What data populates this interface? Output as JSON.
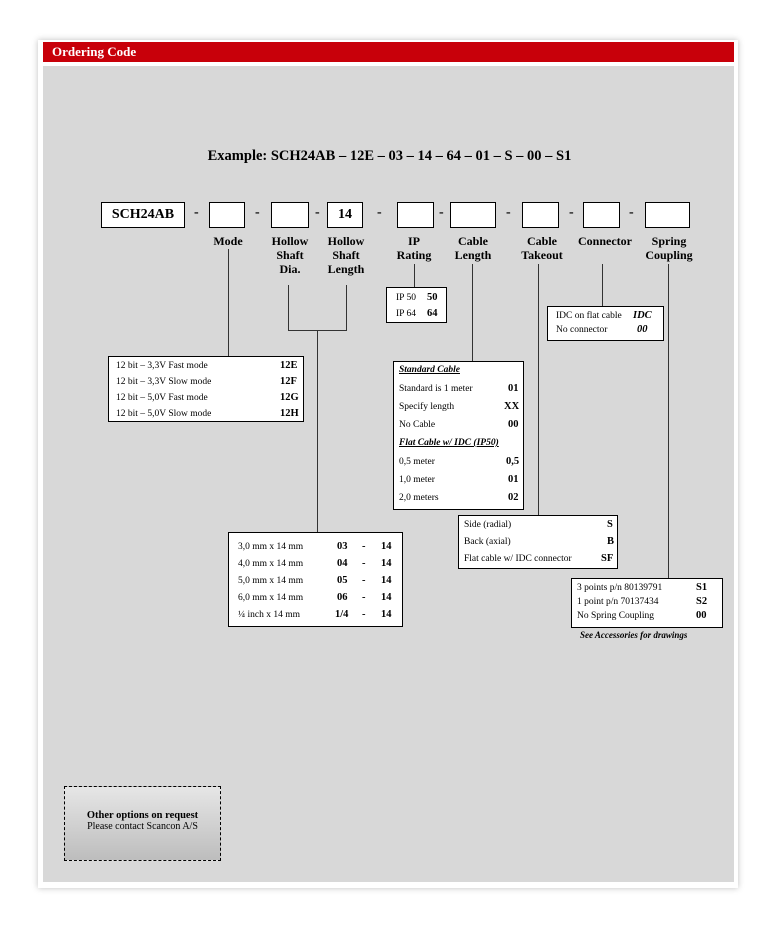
{
  "header": {
    "title": "Ordering Code"
  },
  "example": "Example:  SCH24AB – 12E – 03 – 14 – 64 – 01 – S – 00 – S1",
  "code": {
    "base": "SCH24AB",
    "fixed_length": "14",
    "dash": "-"
  },
  "columns": {
    "mode": "Mode",
    "hollow_shaft_dia": [
      "Hollow",
      "Shaft",
      "Dia."
    ],
    "hollow_shaft_length": [
      "Hollow",
      "Shaft",
      "Length"
    ],
    "ip_rating": [
      "IP",
      "Rating"
    ],
    "cable_length": [
      "Cable",
      "Length"
    ],
    "cable_takeout": [
      "Cable",
      "Takeout"
    ],
    "connector": "Connector",
    "spring_coupling": [
      "Spring",
      "Coupling"
    ]
  },
  "ip_table": [
    {
      "label": "IP 50",
      "code": "50"
    },
    {
      "label": "IP 64",
      "code": "64"
    }
  ],
  "connector_table": [
    {
      "label": "IDC on flat cable",
      "code": "IDC"
    },
    {
      "label": "No connector",
      "code": "00"
    }
  ],
  "mode_table": [
    {
      "label": "12 bit – 3,3V Fast mode",
      "code": "12E"
    },
    {
      "label": "12 bit – 3,3V Slow mode",
      "code": "12F"
    },
    {
      "label": "12 bit – 5,0V Fast mode",
      "code": "12G"
    },
    {
      "label": "12 bit – 5,0V Slow mode",
      "code": "12H"
    }
  ],
  "cable_table": {
    "standard_heading": "Standard Cable",
    "standard": [
      {
        "label": "Standard is 1 meter",
        "code": "01"
      },
      {
        "label": "Specify length",
        "code": "XX"
      },
      {
        "label": "No Cable",
        "code": "00"
      }
    ],
    "flat_heading": "Flat Cable w/ IDC (IP50)",
    "flat": [
      {
        "label": "0,5 meter",
        "code": "0,5"
      },
      {
        "label": "1,0 meter",
        "code": "01"
      },
      {
        "label": "2,0 meters",
        "code": "02"
      }
    ]
  },
  "takeout_table": [
    {
      "label": "Side (radial)",
      "code": "S"
    },
    {
      "label": "Back (axial)",
      "code": "B"
    },
    {
      "label": "Flat cable w/ IDC connector",
      "code": "SF"
    }
  ],
  "shaft_table": [
    {
      "label": "3,0 mm x 14 mm",
      "dia": "03",
      "sep": "-",
      "len": "14"
    },
    {
      "label": "4,0 mm x 14 mm",
      "dia": "04",
      "sep": "-",
      "len": "14"
    },
    {
      "label": "5,0 mm x 14 mm",
      "dia": "05",
      "sep": "-",
      "len": "14"
    },
    {
      "label": "6,0 mm x 14 mm",
      "dia": "06",
      "sep": "-",
      "len": "14"
    },
    {
      "label": "¼ inch  x 14 mm",
      "dia": "1/4",
      "sep": "-",
      "len": "14"
    }
  ],
  "spring_table": [
    {
      "label": "3 points  p/n 80139791",
      "code": "S1"
    },
    {
      "label": "1 point   p/n 70137434",
      "code": "S2"
    },
    {
      "label": "No Spring Coupling",
      "code": "00"
    }
  ],
  "spring_note": "See Accessories for drawings",
  "options": {
    "title": "Other options on request",
    "subtitle": "Please contact Scancon A/S"
  },
  "colors": {
    "header": "#c8000a",
    "panel": "#d8d8d8"
  }
}
